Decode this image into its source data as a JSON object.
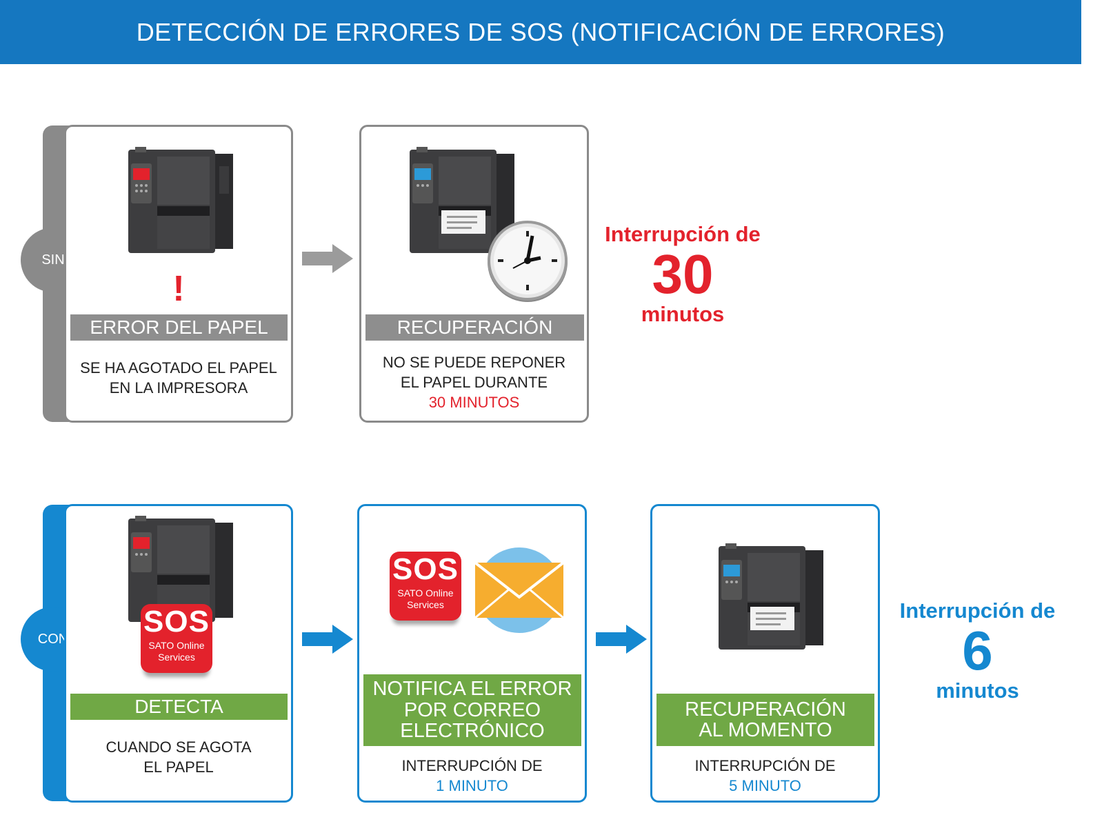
{
  "title": "DETECCIÓN DE ERRORES DE SOS (NOTIFICACIÓN DE ERRORES)",
  "without": {
    "label": "SIN",
    "step1": {
      "heading": "ERROR DEL PAPEL",
      "line1": "SE HA AGOTADO EL PAPEL",
      "line2": "EN LA IMPRESORA",
      "mark": "!"
    },
    "step2": {
      "heading": "RECUPERACIÓN",
      "line1": "NO SE PUEDE REPONER",
      "line2": "EL PAPEL DURANTE",
      "line3": "30 MINUTOS"
    },
    "stat": {
      "line1": "Interrupción de",
      "value": "30",
      "line3": "minutos"
    }
  },
  "with": {
    "label": "CON",
    "step1": {
      "heading": "DETECTA",
      "line1": "CUANDO SE AGOTA",
      "line2": "EL PAPEL"
    },
    "step2": {
      "heading_l1": "NOTIFICA EL ERROR",
      "heading_l2": "POR CORREO",
      "heading_l3": "ELECTRÓNICO",
      "line1": "INTERRUPCIÓN DE",
      "line2": "1 MINUTO"
    },
    "step3": {
      "heading_l1": "RECUPERACIÓN",
      "heading_l2": "AL MOMENTO",
      "line1": "INTERRUPCIÓN DE",
      "line2": "5 MINUTO"
    },
    "stat": {
      "line1": "Interrupción de",
      "value": "6",
      "line3": "minutos"
    }
  },
  "sos_badge": {
    "big": "SOS",
    "sub1": "SATO Online",
    "sub2": "Services"
  },
  "colors": {
    "header": "#1577c0",
    "grey": "#8e8e8e",
    "blue": "#1588d0",
    "green": "#70a845",
    "red": "#e3222c"
  }
}
